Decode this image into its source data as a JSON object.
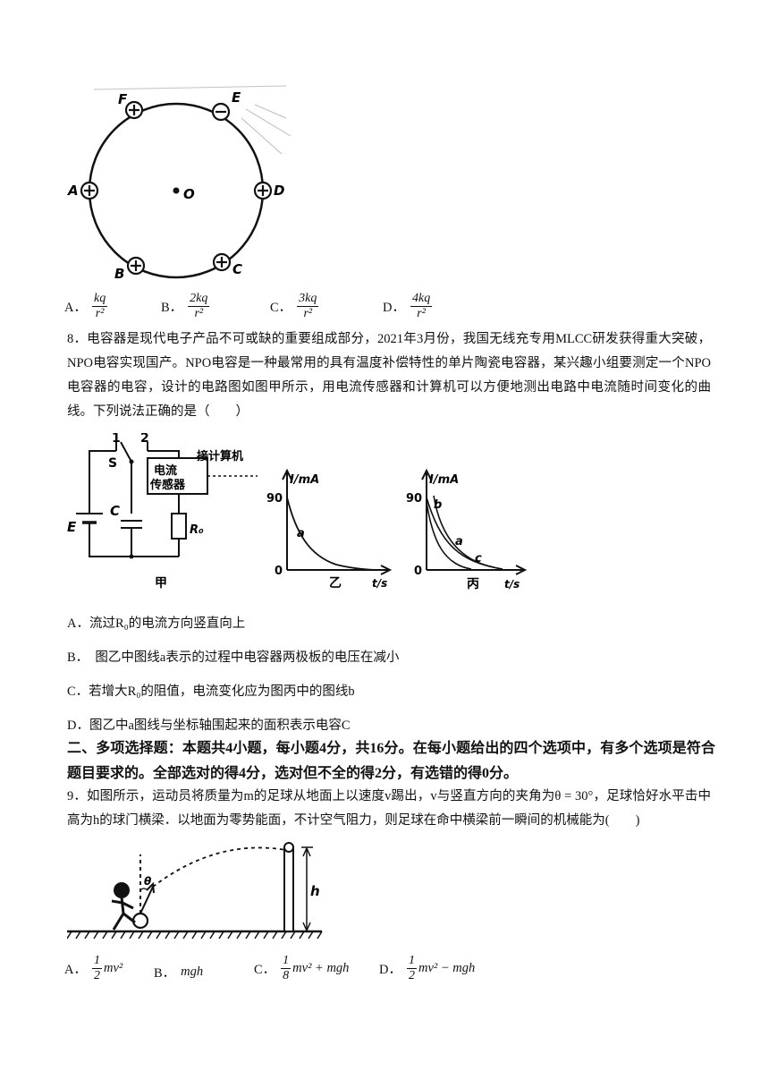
{
  "q7": {
    "figure_labels": {
      "F": "F",
      "E": "E",
      "A": "A",
      "D": "D",
      "B": "B",
      "C": "C",
      "O": "O"
    },
    "options": [
      {
        "label": "A．",
        "num": "kq",
        "den": "r²"
      },
      {
        "label": "B．",
        "num": "2kq",
        "den": "r²"
      },
      {
        "label": "C．",
        "num": "3kq",
        "den": "r²"
      },
      {
        "label": "D．",
        "num": "4kq",
        "den": "r²"
      }
    ]
  },
  "q8": {
    "stem": "8．电容器是现代电子产品不可或缺的重要组成部分，2021年3月份，我国无线充专用MLCC研发获得重大突破，NPO电容实现国产。NPO电容是一种最常用的具有温度补偿特性的单片陶瓷电容器，某兴趣小组要测定一个NPO电容器的电容，设计的电路图如图甲所示，用电流传感器和计算机可以方便地测出电路中电流随时间变化的曲线。下列说法正确的是（　　）",
    "figure": {
      "switch_1": "1",
      "switch_2": "2",
      "switch_S": "S",
      "sensor_line1": "电流",
      "sensor_line2": "传感器",
      "computer": "接计算机",
      "E": "E",
      "C": "C",
      "R0": "R₀",
      "caption_jia": "甲",
      "y_axis": "I/mA",
      "y_value": "90",
      "origin": "0",
      "x_axis": "t/s",
      "curve_a": "a",
      "curve_b": "b",
      "curve_c": "c",
      "caption_yi": "乙",
      "caption_bing": "丙"
    },
    "options": [
      "A．流过R₀的电流方向竖直向上",
      "B．　图乙中图线a表示的过程中电容器两极板的电压在减小",
      "C．若增大R₀的阻值，电流变化应为图丙中的图线b",
      "D．图乙中a图线与坐标轴围起来的面积表示电容C"
    ]
  },
  "section2": {
    "heading": "二、多项选择题：本题共4小题，每小题4分，共16分。在每小题给出的四个选项中，有多个选项是符合题目要求的。全部选对的得4分，选对但不全的得2分，有选错的得0分。"
  },
  "q9": {
    "stem": "9．如图所示，运动员将质量为m的足球从地面上以速度v踢出，v与竖直方向的夹角为θ = 30°，足球恰好水平击中高为h的球门横梁．以地面为零势能面，不计空气阻力，则足球在命中横梁前一瞬间的机械能为(　　)",
    "figure": {
      "theta": "θ",
      "h": "h"
    },
    "options": [
      {
        "label": "A．",
        "num": "1",
        "den": "2",
        "tail": "mv²"
      },
      {
        "label": "B．",
        "text": "mgh"
      },
      {
        "label": "C．",
        "num": "1",
        "den": "8",
        "tail": "mv² + mgh"
      },
      {
        "label": "D．",
        "num": "1",
        "den": "2",
        "tail": "mv² − mgh"
      }
    ]
  }
}
